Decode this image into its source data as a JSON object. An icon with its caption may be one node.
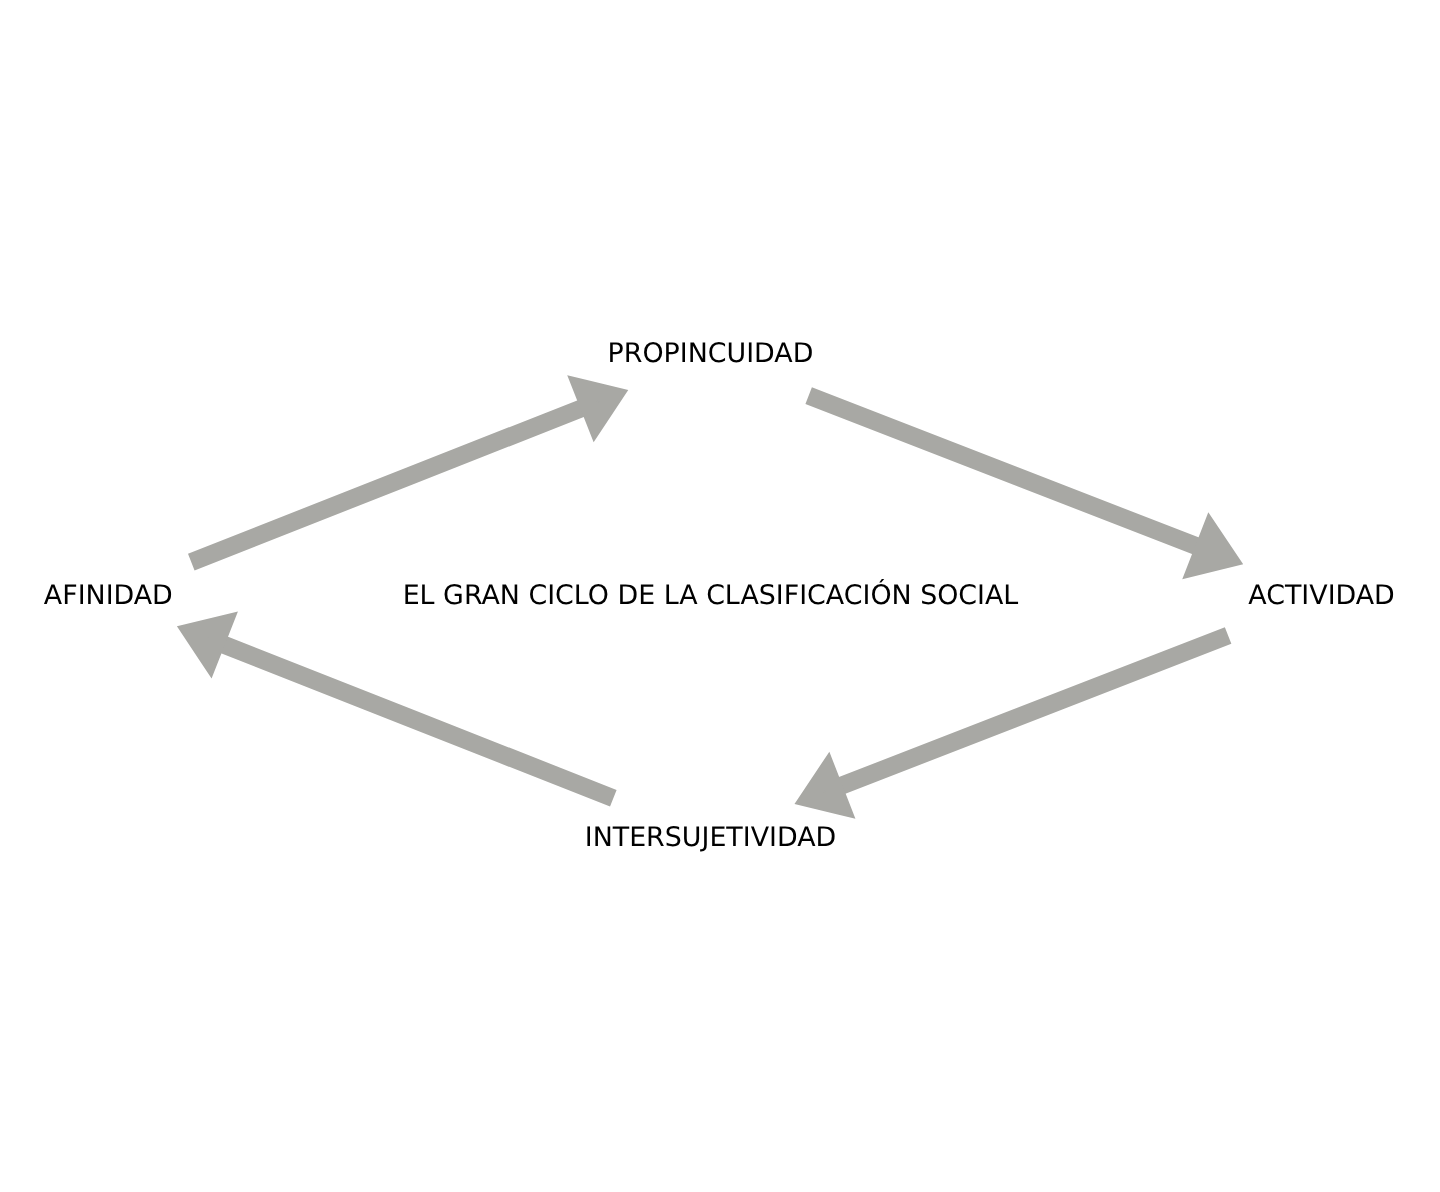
{
  "diagram": {
    "nodes": [
      {
        "text": [
          "PROPINCUIDAD"
        ]
      },
      {
        "text": [
          "ACTIVIDAD"
        ]
      },
      {
        "text": [
          "INTERSUJETIVIDAD"
        ]
      },
      {
        "text": [
          "AFINIDAD"
        ]
      }
    ],
    "edges": [
      {
        "from": 0,
        "to": 1,
        "arrow": "to"
      },
      {
        "from": 1,
        "to": 2,
        "arrow": "to"
      },
      {
        "from": 2,
        "to": 3,
        "arrow": "to"
      },
      {
        "from": 3,
        "to": 0,
        "arrow": "to"
      }
    ],
    "labels": [
      "EL GRAN CICLO DE LA CLASIFICACIÓN SOCIAL"
    ]
  }
}
